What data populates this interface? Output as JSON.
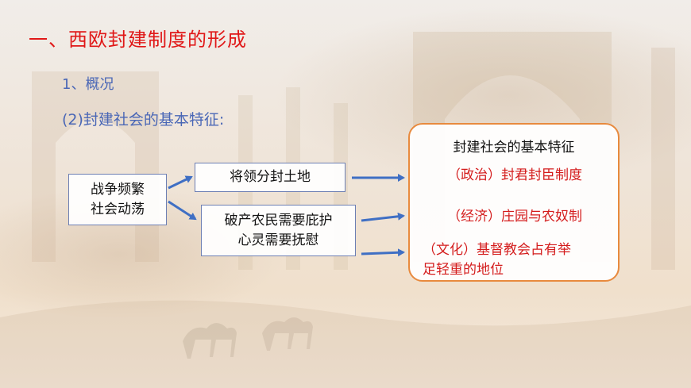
{
  "heading": {
    "title": "一、西欧封建制度的形成",
    "section": "1、概况",
    "subsection": "(2)封建社会的基本特征:"
  },
  "flow": {
    "cause_line1": "战争频繁",
    "cause_line2": "社会动荡",
    "result_feudal": "将领分封土地",
    "result_need_line1": "破产农民需要庇护",
    "result_need_line2": "心灵需要抚慰"
  },
  "features": {
    "title": "封建社会的基本特征",
    "items": [
      "（政治）封君封臣制度",
      "（经济）庄园与农奴制",
      "（文化）基督教会占有举足轻重的地位"
    ],
    "item3_line1": "（文化）基督教会占有举",
    "item3_line2": "足轻重的地位"
  },
  "colors": {
    "title": "#e01818",
    "subheading": "#4a67b6",
    "feature_text": "#d41c1c",
    "panel_border": "#e88a3e",
    "arrow": "#3f6fc4"
  }
}
